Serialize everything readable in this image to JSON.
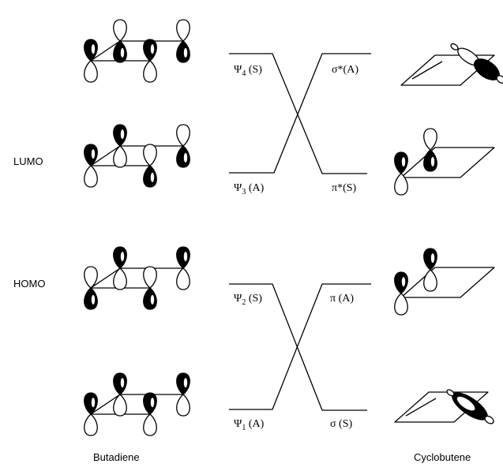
{
  "side_labels": {
    "lumo": "LUMO",
    "homo": "HOMO"
  },
  "columns": {
    "left": "Butadiene",
    "right": "Cyclobutene"
  },
  "levels": {
    "psi4": {
      "symbol": "Ψ",
      "sub": "4",
      "sym": "(S)"
    },
    "psi3": {
      "symbol": "Ψ",
      "sub": "3",
      "sym": "(A)"
    },
    "psi2": {
      "symbol": "Ψ",
      "sub": "2",
      "sym": "(S)"
    },
    "psi1": {
      "symbol": "Ψ",
      "sub": "1",
      "sym": "(A)"
    },
    "sigma_star": {
      "text": "σ*(A)"
    },
    "pi_star": {
      "text": "π*(S)"
    },
    "pi": {
      "text": "π (A)"
    },
    "sigma": {
      "text": "σ (S)"
    }
  }
}
